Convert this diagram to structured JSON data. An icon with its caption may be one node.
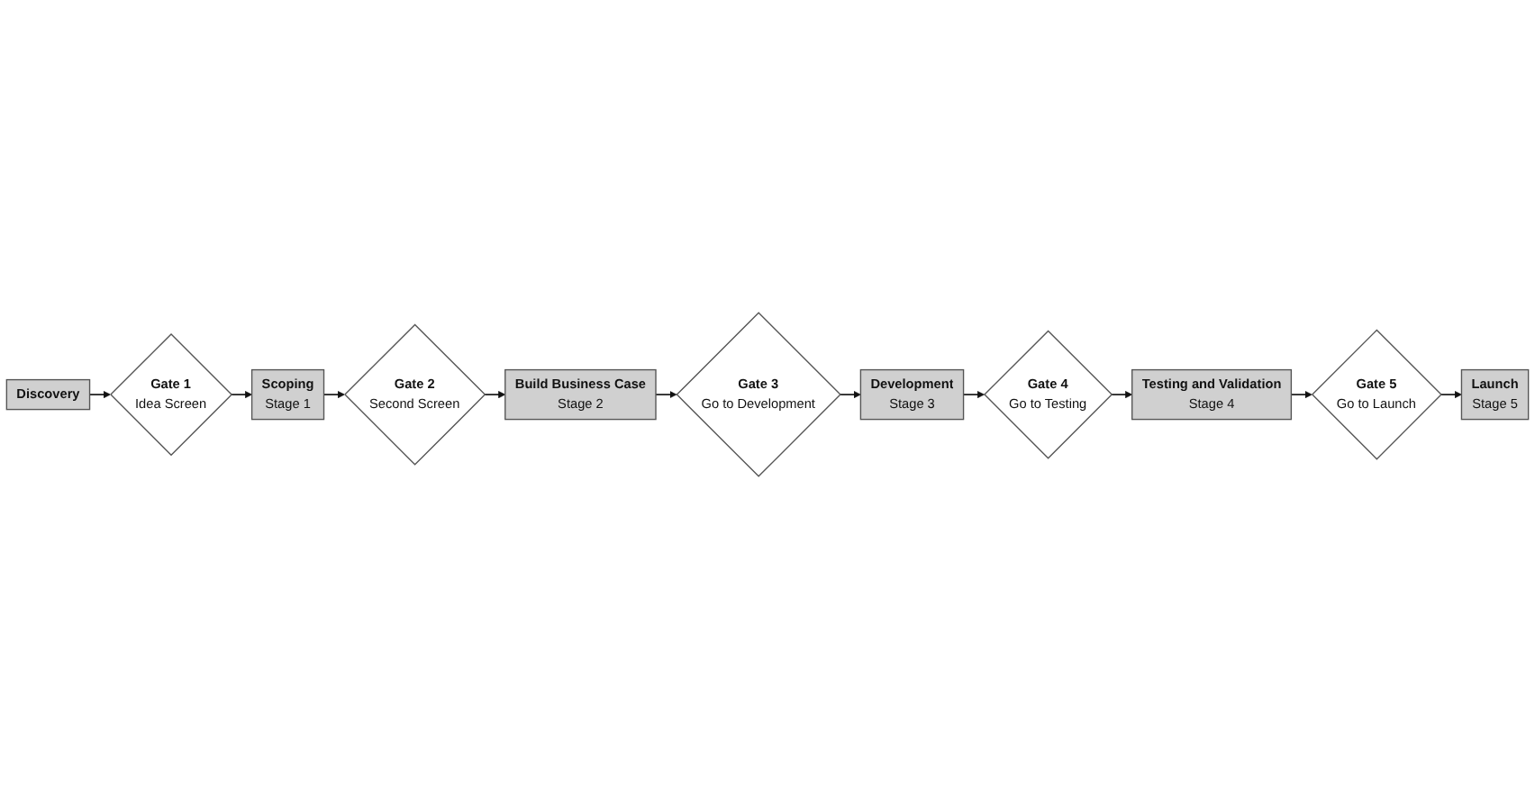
{
  "diagram": {
    "nodes": [
      {
        "text": [
          "Discovery"
        ]
      },
      {
        "text": [
          "Gate 1",
          "Idea Screen"
        ]
      },
      {
        "text": [
          "Scoping",
          "Stage 1"
        ]
      },
      {
        "text": [
          "Gate 2",
          "Second Screen"
        ]
      },
      {
        "text": [
          "Build Business Case",
          "Stage 2"
        ]
      },
      {
        "text": [
          "Gate 3",
          "Go to Development"
        ]
      },
      {
        "text": [
          "Development",
          "Stage 3"
        ]
      },
      {
        "text": [
          "Gate 4",
          "Go to Testing"
        ]
      },
      {
        "text": [
          "Testing and Validation",
          "Stage 4"
        ]
      },
      {
        "text": [
          "Gate 5",
          "Go to Launch"
        ]
      },
      {
        "text": [
          "Launch",
          "Stage 5"
        ]
      }
    ],
    "edges": [
      {
        "from": 0,
        "to": 1,
        "arrow": "to"
      },
      {
        "from": 1,
        "to": 2,
        "arrow": "to"
      },
      {
        "from": 2,
        "to": 3,
        "arrow": "to"
      },
      {
        "from": 3,
        "to": 4,
        "arrow": "to"
      },
      {
        "from": 4,
        "to": 5,
        "arrow": "to"
      },
      {
        "from": 5,
        "to": 6,
        "arrow": "to"
      },
      {
        "from": 6,
        "to": 7,
        "arrow": "to"
      },
      {
        "from": 7,
        "to": 8,
        "arrow": "to"
      },
      {
        "from": 8,
        "to": 9,
        "arrow": "to"
      },
      {
        "from": 9,
        "to": 10,
        "arrow": "to"
      }
    ]
  }
}
